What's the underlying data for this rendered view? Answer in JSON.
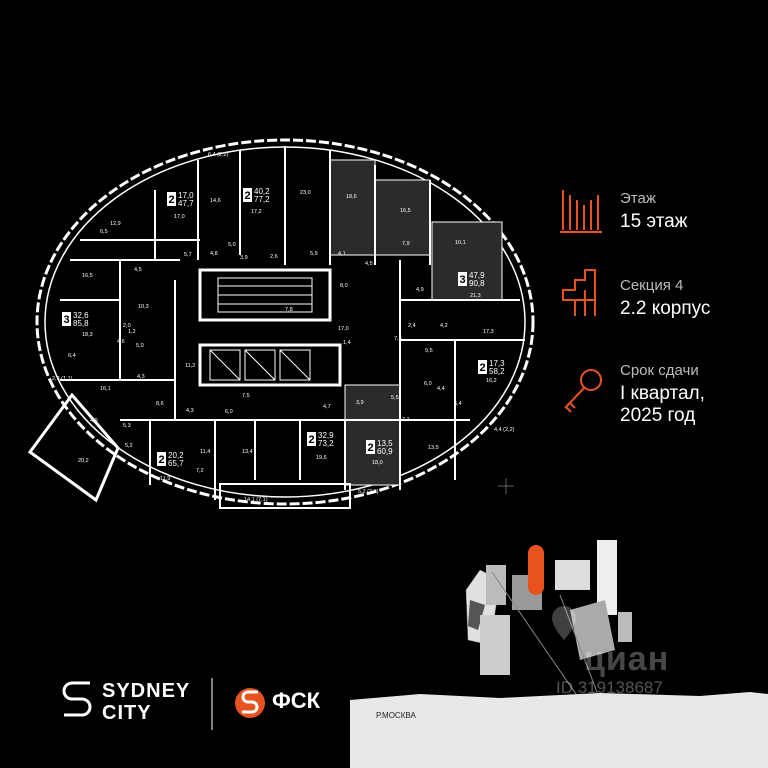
{
  "info": {
    "floor_label": "Этаж",
    "floor_value": "15 этаж",
    "section_label": "Секция 4",
    "section_value": "2.2 корпус",
    "deadline_label": "Срок сдачи",
    "deadline_line1": "I квартал,",
    "deadline_line2": "2025 год"
  },
  "apartments": [
    {
      "rooms": "2",
      "living": "17,0",
      "total": "47,7"
    },
    {
      "rooms": "2",
      "living": "40,2",
      "total": "77,2"
    },
    {
      "rooms": "3",
      "living": "47,9",
      "total": "90,8"
    },
    {
      "rooms": "3",
      "living": "32,6",
      "total": "85,8"
    },
    {
      "rooms": "2",
      "living": "17,3",
      "total": "58,2"
    },
    {
      "rooms": "2",
      "living": "20,2",
      "total": "65,7"
    },
    {
      "rooms": "2",
      "living": "32,9",
      "total": "73,2"
    },
    {
      "rooms": "2",
      "living": "13,5",
      "total": "60,9"
    }
  ],
  "area_labels": [
    "6,4 (2,2)",
    "14,6",
    "17,2",
    "23,0",
    "18,6",
    "16,5",
    "12,9",
    "17,0",
    "6,5",
    "5,0",
    "5,7",
    "3,9",
    "2,6",
    "5,9",
    "4,1",
    "4,5",
    "7,9",
    "10,1",
    "16,5",
    "4,5",
    "4,8",
    "8,0",
    "4,9",
    "21,3",
    "10,3",
    "7,8",
    "2,0",
    "1,2",
    "5,0",
    "4,6",
    "4,3",
    "17,0",
    "2,4",
    "4,2",
    "17,3",
    "6,4",
    "18,3",
    "1,4",
    "9,5",
    "7,3",
    "16,2",
    "11,2",
    "6,0",
    "2,3 (1,1)",
    "16,1",
    "7,5",
    "6,0",
    "3,9",
    "4,7",
    "5,5",
    "4,9",
    "8,6",
    "4,4",
    "6,4",
    "4,3",
    "5,3",
    "7,1",
    "4,4 (2,2)",
    "13,5",
    "11,4",
    "13,4",
    "19,5",
    "18,0",
    "11,9",
    "7,2",
    "5,2",
    "20,2",
    "14,1 (7,1)",
    "5,2 (2,6)"
  ],
  "logos": {
    "sydney_line1": "SYDNEY",
    "sydney_line2": "CITY",
    "fsk": "ФСК"
  },
  "map": {
    "river_label": "Р.МОСКВА"
  },
  "watermark": {
    "brand": "циан",
    "id": "ID 319138687"
  },
  "colors": {
    "accent": "#e8521f",
    "background": "#000000",
    "wall": "#ffffff"
  }
}
